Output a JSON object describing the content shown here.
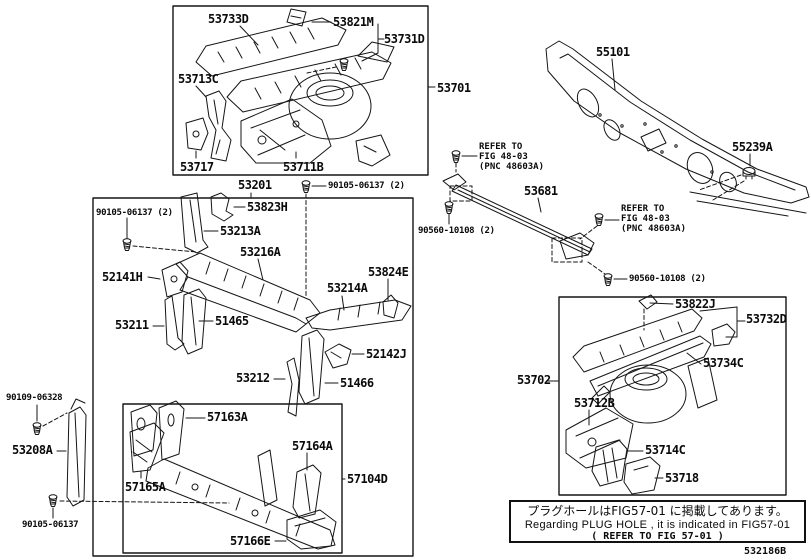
{
  "parts": {
    "53733D": "53733D",
    "53821M": "53821M",
    "53731D": "53731D",
    "53713C": "53713C",
    "53717": "53717",
    "53711B": "53711B",
    "53701": "53701",
    "53201": "53201",
    "53823H": "53823H",
    "53213A": "53213A",
    "53216A": "53216A",
    "52141H": "52141H",
    "53214A": "53214A",
    "53824E": "53824E",
    "53211": "53211",
    "51465": "51465",
    "52142J": "52142J",
    "53212": "53212",
    "51466": "51466",
    "57163A": "57163A",
    "57165A": "57165A",
    "57164A": "57164A",
    "57104D": "57104D",
    "57166E": "57166E",
    "53208A": "53208A",
    "55101": "55101",
    "55239A": "55239A",
    "53681": "53681",
    "53822J": "53822J",
    "53732D": "53732D",
    "53734C": "53734C",
    "53702": "53702",
    "53712B": "53712B",
    "53714C": "53714C",
    "53718": "53718"
  },
  "fasteners": {
    "m90105_06137_2": "90105-06137 (2)",
    "m90109_06328": "90109-06328",
    "m90105_06137": "90105-06137",
    "m90560_10108_2": "90560-10108 (2)"
  },
  "refer_note": {
    "line1": "REFER TO",
    "line2": "FIG 48-03",
    "line3": "(PNC 48603A)"
  },
  "plug_hole_note": {
    "jp": "プラグホールはFIG57-01 に掲載してあります。",
    "en": "Regarding PLUG HOLE , it is indicated in FIG57-01",
    "refer": "(  REFER TO FIG 57-01  )"
  },
  "doc_code": "532186B"
}
